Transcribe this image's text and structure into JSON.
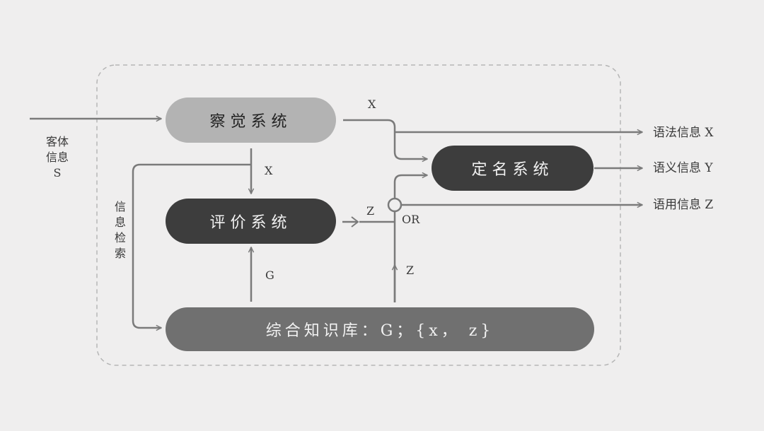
{
  "boxes": {
    "perception": "察觉系统",
    "evaluation": "评价系统",
    "naming": "定名系统",
    "knowledge": "综合知识库：G；{x， z}"
  },
  "labels": {
    "input": "客体\n信息\nS",
    "retrieval": "信\n息\n检\n索",
    "x_top": "X",
    "x_mid": "X",
    "z_eval": "Z",
    "g": "G",
    "z_up": "Z",
    "or": "OR"
  },
  "outputs": {
    "syntactic": "语法信息 X",
    "semantic": "语义信息 Y",
    "pragmatic": "语用信息 Z"
  },
  "colors": {
    "perception_fill": "#b3b3b3",
    "dark_fill": "#3d3d3d",
    "knowledge_fill": "#707070",
    "line": "#7a7a7a"
  }
}
